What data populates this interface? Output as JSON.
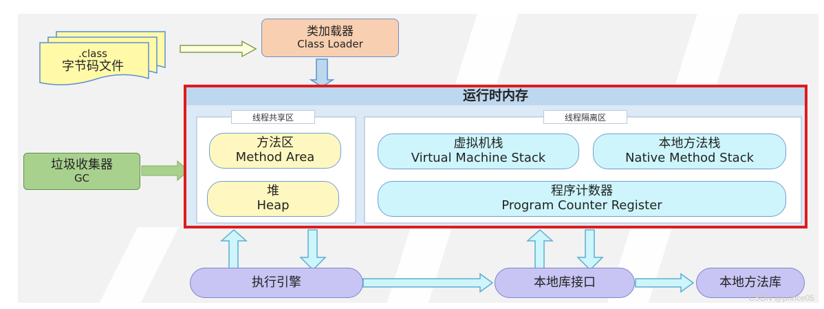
{
  "class_file": {
    "line1": ".class",
    "line2": "字节码文件"
  },
  "class_loader": {
    "cn": "类加载器",
    "en": "Class Loader"
  },
  "gc": {
    "cn": "垃圾收集器",
    "en": "GC"
  },
  "runtime_memory": {
    "title": "运行时内存",
    "shared_label": "线程共享区",
    "isolated_label": "线程隔离区",
    "method_area": {
      "cn": "方法区",
      "en": "Method Area"
    },
    "heap": {
      "cn": "堆",
      "en": "Heap"
    },
    "vm_stack": {
      "cn": "虚拟机栈",
      "en": "Virtual Machine Stack"
    },
    "native_stack": {
      "cn": "本地方法栈",
      "en": "Native Method Stack"
    },
    "pc_register": {
      "cn": "程序计数器",
      "en": "Program Counter Register"
    }
  },
  "execution_engine": "执行引擎",
  "native_interface": "本地库接口",
  "native_library": "本地方法库",
  "watermark": "CSDN @prince05",
  "colors": {
    "class_loader_fill": "#f8cfb0",
    "gc_fill": "#a9d18e",
    "runtime_title_bar": "#bdd7ee",
    "highlight_border": "#e01b1b",
    "yellow_fill": "#fff7c0",
    "cyan_fill": "#cdf5fb",
    "purple_fill": "#c8c4f3"
  }
}
